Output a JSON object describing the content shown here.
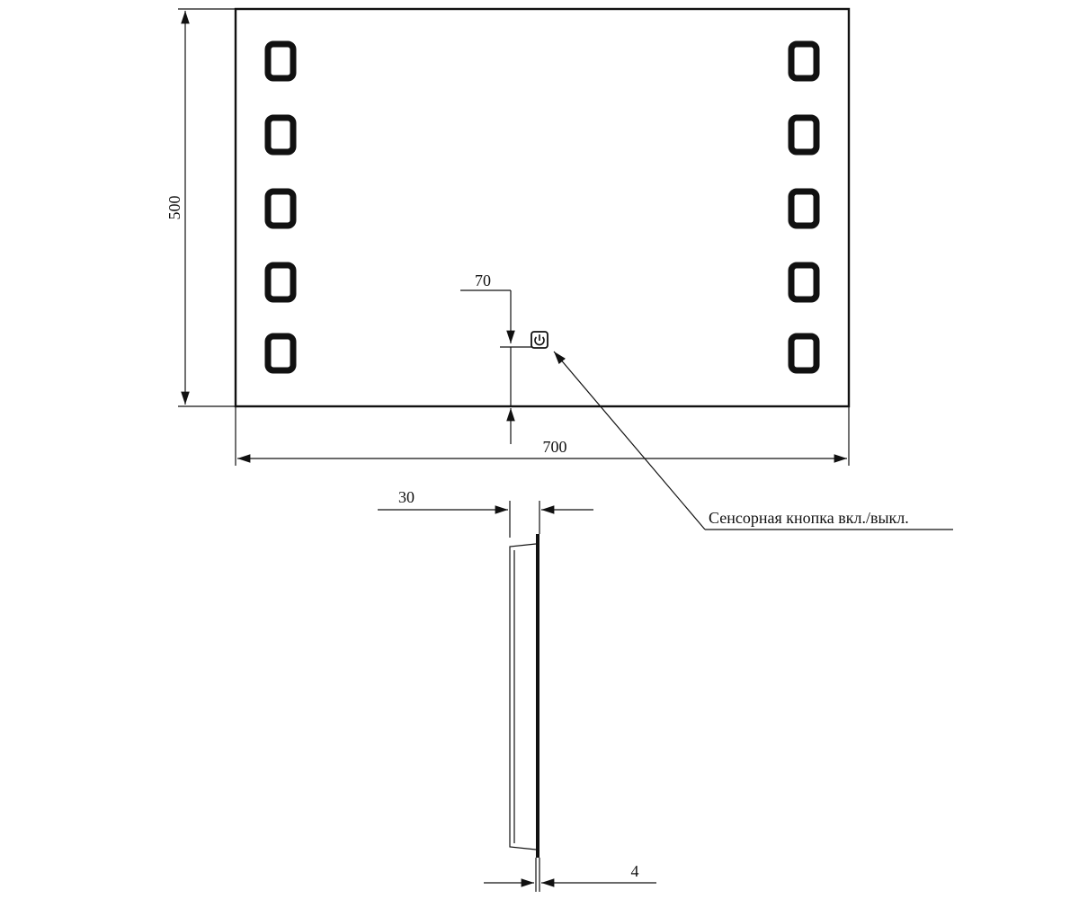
{
  "dimensions": {
    "height": "500",
    "width": "700",
    "button_offset": "70",
    "depth": "30",
    "glass": "4"
  },
  "callout": {
    "label": "Сенсорная кнопка вкл./выкл."
  },
  "icons": {
    "touch_button": "power-icon"
  },
  "colors": {
    "stroke": "#111111",
    "background": "#ffffff"
  }
}
